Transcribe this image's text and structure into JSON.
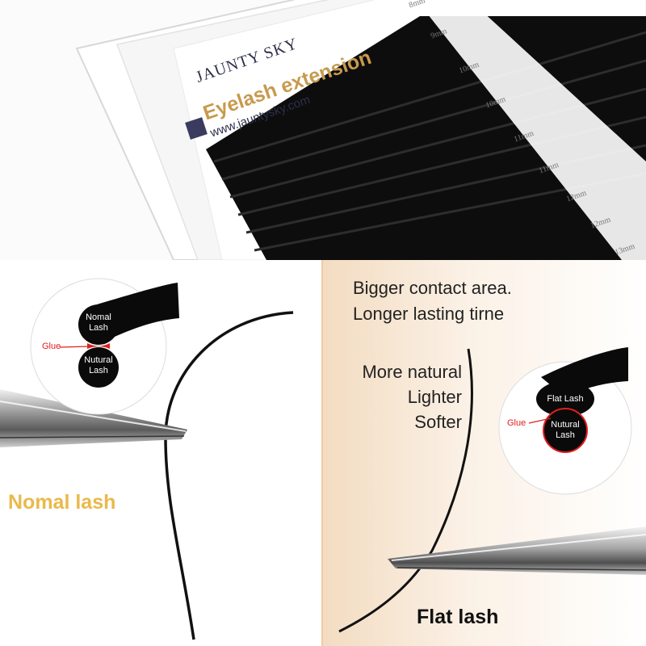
{
  "product": {
    "brand": "JAUNTY SKY",
    "title": "Eyelash extension",
    "website": "www.jauntysky.com",
    "lengths": [
      "8mm",
      "9mm",
      "10mm",
      "10mm",
      "11mm",
      "11mm",
      "12mm",
      "12mm",
      "13mm"
    ]
  },
  "left": {
    "caption": "Nomal lash",
    "inset": {
      "top_label": [
        "Nomal",
        "Lash"
      ],
      "bottom_label": [
        "Nutural",
        "Lash"
      ],
      "glue_label": "Glue"
    }
  },
  "right": {
    "claims_top": [
      "Bigger contact area.",
      "Longer lasting tirne"
    ],
    "claims_side": [
      "More natural",
      "Lighter",
      "Softer"
    ],
    "caption": "Flat lash",
    "inset": {
      "top_label": "Flat Lash",
      "bottom_label": [
        "Nutural",
        "Lash"
      ],
      "glue_label": "Glue"
    }
  },
  "colors": {
    "normal_caption": "#e9b94a",
    "flat_caption": "#111111",
    "glue": "#e0201e",
    "title_gold": "#c79a4e"
  }
}
